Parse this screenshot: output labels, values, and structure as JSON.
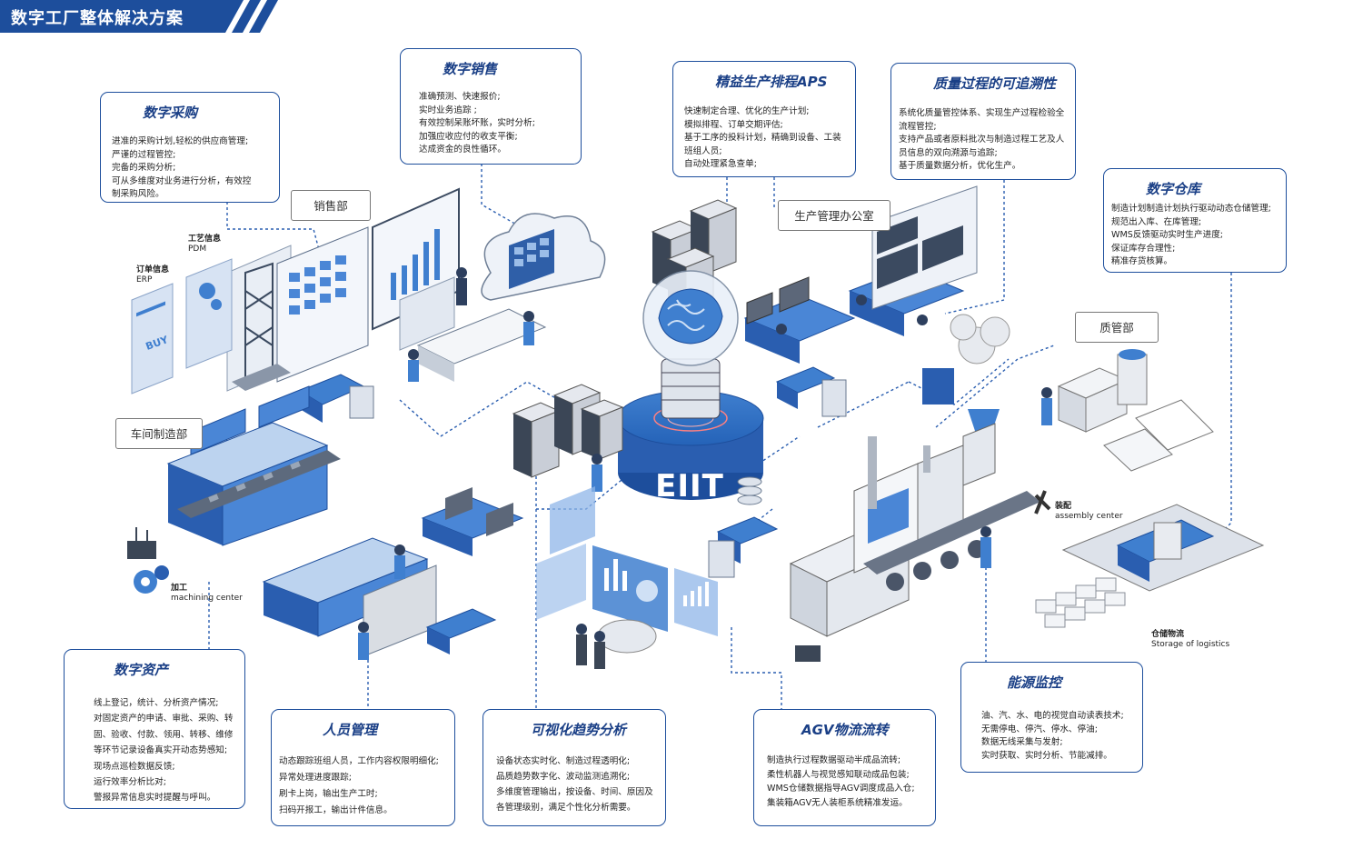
{
  "title": "数字工厂整体解决方案",
  "center_logo": "EIIT",
  "departments": {
    "sales": "销售部",
    "production_office": "生产管理办公室",
    "workshop": "车间制造部",
    "quality": "质管部"
  },
  "labels": {
    "order_info": "订单信息",
    "order_sys": "ERP",
    "process_info": "工艺信息",
    "process_sys": "PDM",
    "buy": "BUY",
    "machining_cn": "加工",
    "machining_en": "machining center",
    "assembly_cn": "装配",
    "assembly_en": "assembly center",
    "storage_cn": "仓储物流",
    "storage_en": "Storage of logistics"
  },
  "cards": {
    "procurement": {
      "title": "数字采购",
      "icon": "pencil-doc-icon",
      "lines": [
        "进准的采购计划,轻松的供应商管理;",
        "严谨的过程管控;",
        "完备的采购分析;",
        "可从多维度对业务进行分析，有效控",
        "制采购风险。"
      ]
    },
    "sales": {
      "title": "数字销售",
      "icon": "person-gear-icon",
      "lines": [
        "准确预测、快速报价;",
        "实时业务追踪 ;",
        "有效控制呆账坏账，实时分析;",
        "加强应收应付的收支平衡;",
        "达成资金的良性循环。"
      ]
    },
    "aps": {
      "title": "精益生产排程APS",
      "icon": "pie-chart-icon",
      "lines": [
        "快速制定合理、优化的生产计划;",
        "模拟排程、订单交期评估;",
        "基于工序的投料计划，精确到设备、工装",
        "班组人员;",
        "自动处理紧急查单;"
      ]
    },
    "quality": {
      "title": "质量过程的可追溯性",
      "icon": "shield-check-icon",
      "lines": [
        "系统化质量管控体系、实现生产过程检验全",
        "流程管控;",
        "支持产品或者原料批次与制造过程工艺及人",
        "员信息的双向溯源与追踪;",
        "基于质量数据分析，优化生产。"
      ]
    },
    "warehouse": {
      "title": "数字仓库",
      "icon": "document-icon",
      "lines": [
        "制造计划制造计划执行驱动动态仓储管理;",
        "规范出入库、在库管理;",
        "WMS反馈驱动实时生产进度;",
        "保证库存合理性;",
        "精准存货核算。"
      ]
    },
    "assets": {
      "title": "数字资产",
      "icon": "gears-icon",
      "lines": [
        "线上登记，统计、分析资产情况;",
        "对固定资产的申请、审批、采购、转",
        "固、验收、付款、领用、转移、维修",
        "等环节记录设备真实开动态势感知;",
        "现场点巡检数据反馈;",
        "运行效率分析比对;",
        "警报异常信息实时提醒与呼叫。"
      ]
    },
    "personnel": {
      "title": "人员管理",
      "icon": "people-icon",
      "lines": [
        "动态跟踪班组人员，工作内容权限明细化;",
        "异常处理进度跟踪;",
        "刷卡上岗，输出生产工时;",
        "扫码开报工，输出计件信息。"
      ]
    },
    "trend": {
      "title": "可视化趋势分析",
      "icon": "wrench-icon",
      "lines": [
        "设备状态实时化、制造过程透明化;",
        "品质趋势数字化、波动监测追溯化;",
        "多维度管理输出，按设备、时间、原因及",
        "各管理级别，满足个性化分析需要。"
      ]
    },
    "agv": {
      "title": "AGV物流流转",
      "icon": "search-icon",
      "lines": [
        "制造执行过程数据驱动半成品流转;",
        "柔性机器人与视觉感知联动成品包装;",
        "WMS仓储数据指导AGV调度成品入仓;",
        "集装箱AGV无人装柜系统精准发运。"
      ]
    },
    "energy": {
      "title": "能源监控",
      "icon": "panel-icon",
      "lines": [
        "油、汽、水、电的视觉自动读表技术;",
        "无需停电、停汽、停水、停油;",
        "数据无线采集与发射;",
        "实时获取、实时分析、节能减排。"
      ]
    }
  },
  "colors": {
    "primary": "#1d4e9c",
    "accent": "#3f7fcf",
    "light": "#bcd3ef",
    "pale": "#e7eef8",
    "grey": "#d9dde3"
  }
}
